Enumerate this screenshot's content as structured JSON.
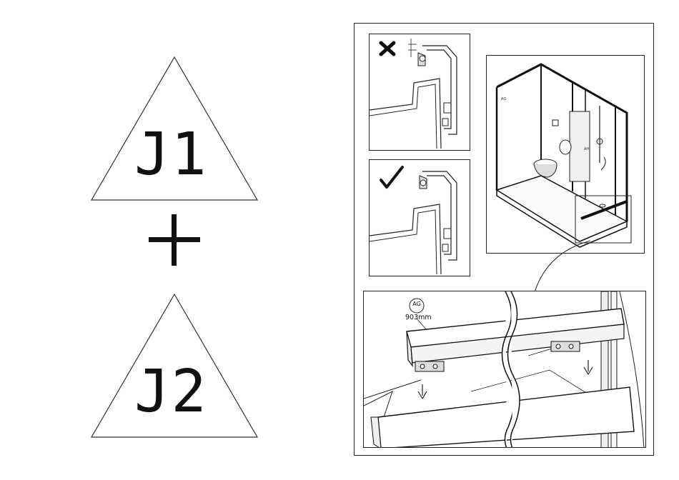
{
  "steps": [
    {
      "label": "J1"
    },
    {
      "label": "J2"
    }
  ],
  "operator_symbol": "+",
  "detail": {
    "wrong_mark": "✗",
    "correct_mark": "✓",
    "part_code": "AG",
    "part_length": "903mm"
  },
  "icons": [
    "cross-mark-icon",
    "check-mark-icon",
    "arrow-down-icon"
  ]
}
